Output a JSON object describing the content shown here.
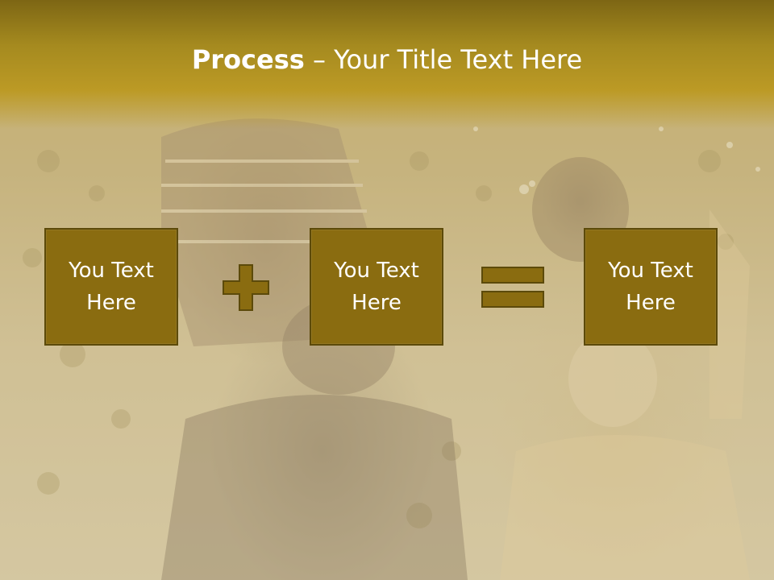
{
  "title": {
    "bold": "Process",
    "rest": " – Your Title Text Here"
  },
  "process": {
    "boxes": [
      {
        "text": "You Text Here"
      },
      {
        "text": "You Text Here"
      },
      {
        "text": "You Text Here"
      }
    ],
    "operators": [
      "plus-icon",
      "equals-icon"
    ]
  },
  "colors": {
    "header": "#a58a1f",
    "box_fill": "#8a6c10",
    "box_border": "#5c4a0a",
    "text": "#ffffff"
  }
}
